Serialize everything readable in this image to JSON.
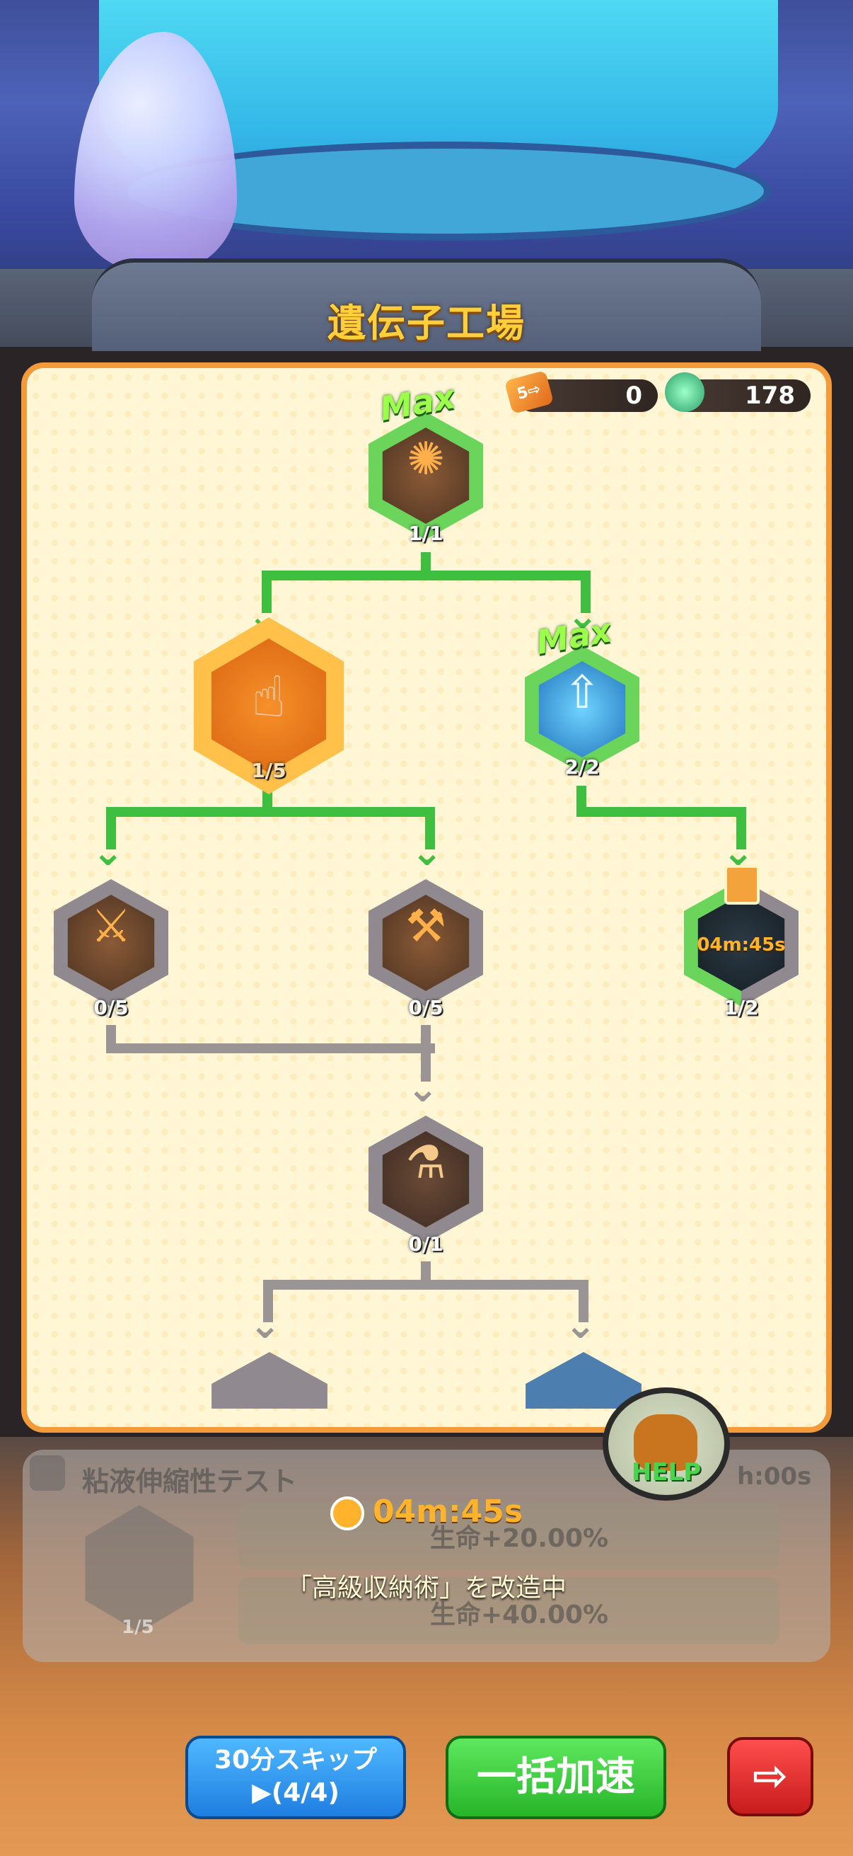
{
  "header": {
    "title": "遺伝子工場"
  },
  "currencies": [
    {
      "name": "ticket",
      "icon": "ticket-icon",
      "value": "0"
    },
    {
      "name": "gene-potion",
      "icon": "potion-icon",
      "value": "178"
    }
  ],
  "nodes": {
    "root": {
      "level": "1/1",
      "max_label": "Max",
      "icon": "splash-gun-icon"
    },
    "slime_stretch": {
      "level": "1/5",
      "icon": "finger-slime-icon"
    },
    "upgrade": {
      "level": "2/2",
      "max_label": "Max",
      "icon": "arrow-up-burst-icon"
    },
    "sword": {
      "level": "0/5",
      "icon": "slime-sword-icon"
    },
    "hammer": {
      "level": "0/5",
      "icon": "hammer-icon"
    },
    "storage": {
      "level": "1/2",
      "timer": "04m:45s",
      "icon": "storage-icon"
    },
    "flask": {
      "level": "0/1",
      "icon": "flask-icon"
    }
  },
  "info": {
    "skill_name": "粘液伸縮性テスト",
    "time_suffix": "h:00s",
    "node_level": "1/5",
    "stat_current": "生命+20.00%",
    "stat_next": "生命+40.00%",
    "timer": "04m:45s",
    "modding_text": "「高級収納術」を改造中"
  },
  "help": {
    "label": "HELP"
  },
  "buttons": {
    "skip_label": "30分スキップ",
    "skip_count": "(4/4)",
    "boost_label": "一括加速",
    "exit_icon": "exit-icon"
  },
  "colors": {
    "panel_bg": "#fff6d6",
    "panel_border": "#f39a3a",
    "active_line": "#3fbf3f",
    "inactive_line": "#9a9494",
    "title_gold": "#ffcf3b"
  }
}
